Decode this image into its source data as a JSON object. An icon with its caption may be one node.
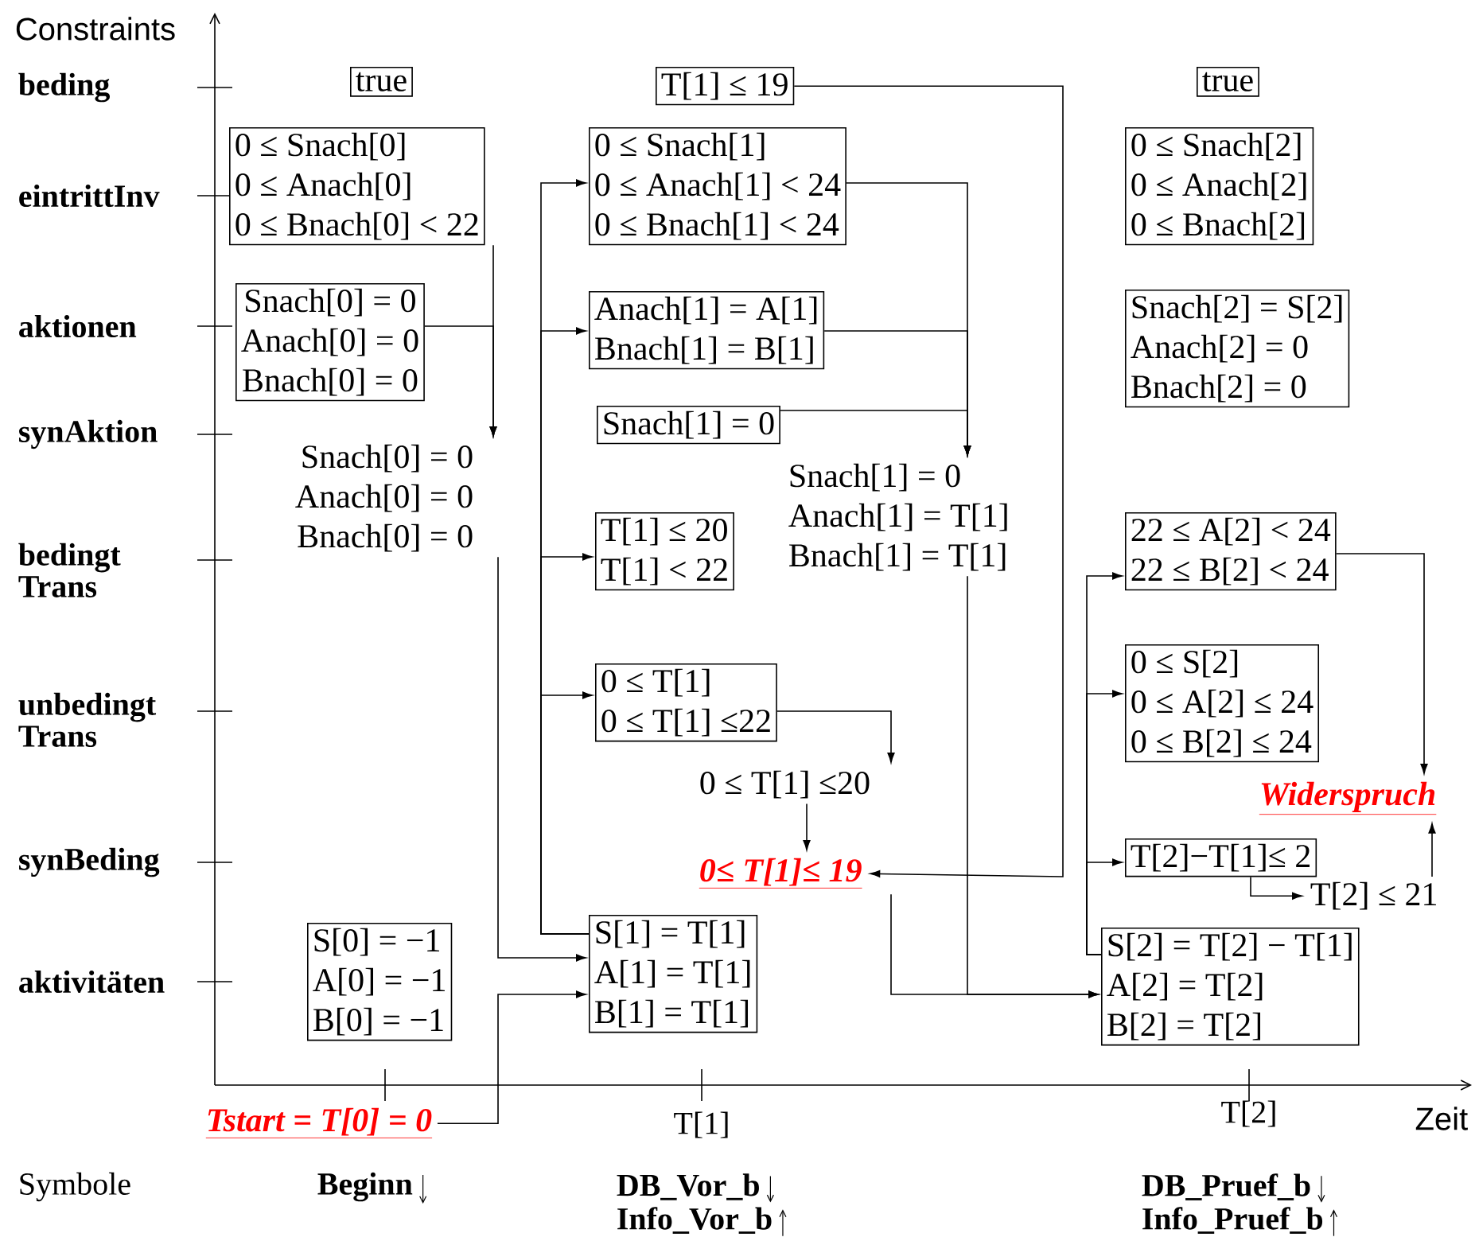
{
  "diagram": {
    "nodes": [
      {
        "text": [
          "true"
        ]
      },
      {
        "text": [
          "T[1] ≤ 19"
        ]
      },
      {
        "text": [
          "true"
        ]
      },
      {
        "text": [
          "0 ≤ Snach[0]",
          "0 ≤ Anach[0]",
          "0 ≤ Bnach[0] < 22"
        ]
      },
      {
        "text": [
          "0 ≤ Snach[1]",
          "0 ≤ Anach[1] < 24",
          "0 ≤ Bnach[1] < 24"
        ]
      },
      {
        "text": [
          "0 ≤ Snach[2]",
          "0 ≤ Anach[2]",
          "0 ≤ Bnach[2]"
        ]
      },
      {
        "text": [
          "Snach[0] = 0",
          "Anach[0] = 0",
          "Bnach[0] = 0"
        ]
      },
      {
        "text": [
          "Anach[1] = A[1]",
          "Bnach[1] = B[1]"
        ]
      },
      {
        "text": [
          "Snach[2] = S[2]",
          "Anach[2] = 0",
          "Bnach[2] = 0"
        ]
      },
      {
        "text": [
          "Snach[1] = 0"
        ]
      },
      {
        "text": [
          "Snach[0] = 0",
          "Anach[0] = 0",
          "Bnach[0] = 0"
        ]
      },
      {
        "text": [
          "Snach[1] = 0",
          "Anach[1] = T[1]",
          "Bnach[1] = T[1]"
        ]
      },
      {
        "text": [
          "T[1] ≤ 20",
          "T[1] < 22"
        ]
      },
      {
        "text": [
          "22 ≤ A[2] < 24",
          "22 ≤ B[2] < 24"
        ]
      },
      {
        "text": [
          "0 ≤ T[1]",
          "0 ≤ T[1] ≤22"
        ]
      },
      {
        "text": [
          "0 ≤ S[2]",
          "0 ≤ A[2] ≤ 24",
          "0 ≤ B[2] ≤ 24"
        ]
      },
      {
        "text": [
          "0 ≤ T[1] ≤20"
        ]
      },
      {
        "text": [
          "Widerspruch"
        ]
      },
      {
        "text": [
          "0≤ T[1]≤ 19"
        ]
      },
      {
        "text": [
          "T[2]−T[1]≤ 2"
        ]
      },
      {
        "text": [
          "T[2] ≤ 21"
        ]
      },
      {
        "text": [
          "S[0] = −1",
          "A[0] = −1",
          "B[0] = −1"
        ]
      },
      {
        "text": [
          "S[1] = T[1]",
          "A[1] = T[1]",
          "B[1] = T[1]"
        ]
      },
      {
        "text": [
          "S[2] = T[2] − T[1]",
          "A[2] = T[2]",
          "B[2] = T[2]"
        ]
      },
      {
        "text": [
          "Tstart = T[0] = 0"
        ]
      }
    ],
    "edges": [
      {
        "from": 3,
        "to": 10,
        "arrow": "to"
      },
      {
        "from": 6,
        "to": 10,
        "arrow": "to"
      },
      {
        "from": 10,
        "to": 22,
        "arrow": "to"
      },
      {
        "from": 24,
        "to": 22,
        "arrow": "to"
      },
      {
        "from": 1,
        "to": 18,
        "arrow": "to"
      },
      {
        "from": 4,
        "to": 11,
        "arrow": "to"
      },
      {
        "from": 7,
        "to": 11,
        "arrow": "to"
      },
      {
        "from": 9,
        "to": 11,
        "arrow": "to"
      },
      {
        "from": 11,
        "to": 23,
        "arrow": "to"
      },
      {
        "from": 18,
        "to": 23,
        "arrow": "to"
      },
      {
        "from": 22,
        "to": 4,
        "arrow": "to"
      },
      {
        "from": 22,
        "to": 7,
        "arrow": "to"
      },
      {
        "from": 22,
        "to": 12,
        "arrow": "to"
      },
      {
        "from": 22,
        "to": 14,
        "arrow": "to"
      },
      {
        "from": 23,
        "to": 13,
        "arrow": "to"
      },
      {
        "from": 23,
        "to": 15,
        "arrow": "to"
      },
      {
        "from": 23,
        "to": 19,
        "arrow": "to"
      },
      {
        "from": 13,
        "to": 17,
        "arrow": "to"
      },
      {
        "from": 14,
        "to": 16,
        "arrow": "to"
      },
      {
        "from": 16,
        "to": 18,
        "arrow": "to"
      },
      {
        "from": 19,
        "to": 20,
        "arrow": "to"
      },
      {
        "from": 20,
        "to": 17,
        "arrow": "to"
      }
    ],
    "labels": [
      "Constraints",
      "beding",
      "eintrittInv",
      "aktionen",
      "synAktion",
      "bedingt Trans",
      "unbedingt Trans",
      "synBeding",
      "aktivitäten",
      "T[1]",
      "T[2]",
      "Zeit",
      "Symbole",
      "Beginn",
      "DB_Vor_b",
      "Info_Vor_b",
      "DB_Pruef_b",
      "Info_Pruef_b"
    ]
  }
}
